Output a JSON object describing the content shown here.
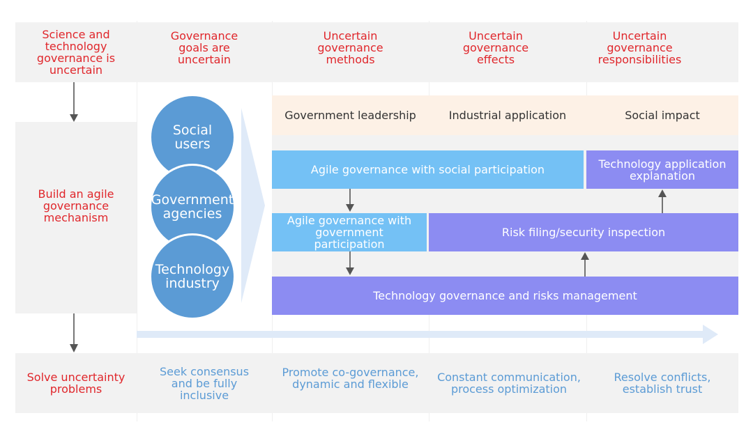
{
  "top_row": [
    "Science and\ntechnology\ngovernance is\nuncertain",
    "Governance\ngoals are\nuncertain",
    "Uncertain\ngovernance\nmethods",
    "Uncertain\ngovernance\neffects",
    "Uncertain\ngovernance\nresponsibilities"
  ],
  "middle_left": "Build an agile\ngovernance\nmechanism",
  "stakeholders": [
    "Social\nusers",
    "Government\nagencies",
    "Technology\nindustry"
  ],
  "header_cells": [
    "Government leadership",
    "Industrial application",
    "Social impact"
  ],
  "boxes": {
    "social_participation": "Agile governance with social participation",
    "tech_explanation": "Technology application\nexplanation",
    "gov_participation": "Agile governance with\ngovernment\nparticipation",
    "risk_filing": "Risk filing/security inspection",
    "risks_management": "Technology governance and risks management"
  },
  "bottom_row": [
    "Solve uncertainty\nproblems",
    "Seek consensus\nand be fully\ninclusive",
    "Promote co-governance,\ndynamic and flexible",
    "Constant communication,\nprocess optimization",
    "Resolve conflicts,\nestablish trust"
  ],
  "colors": {
    "red_text": "#e0262b",
    "blue_text": "#5b9bd5",
    "circle": "#5b9bd5",
    "box_light": "#74c1f5",
    "box_purple": "#8c8cf2",
    "header_band": "#fdf1e6",
    "band_gray": "#f2f2f2"
  }
}
